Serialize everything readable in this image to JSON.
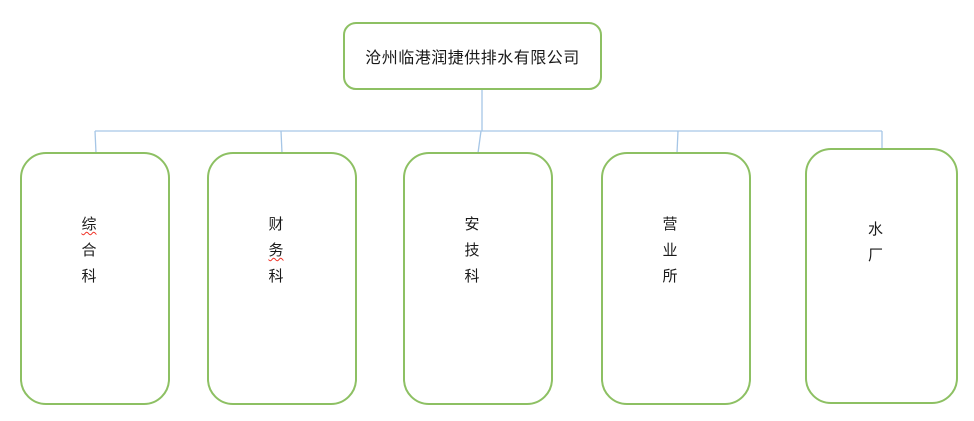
{
  "diagram": {
    "type": "org-chart",
    "root": {
      "label": "沧州临港润捷供排水有限公司"
    },
    "departments": [
      {
        "label": "综合科",
        "misspell_char_index": 0
      },
      {
        "label": "财务科",
        "misspell_char_index": 1
      },
      {
        "label": "安技科",
        "misspell_char_index": null
      },
      {
        "label": "营业所",
        "misspell_char_index": null
      },
      {
        "label": "水厂",
        "misspell_char_index": null
      }
    ]
  },
  "colors": {
    "node-border": "#8dc063",
    "connector": "#a6c6e6",
    "squiggle": "#f03024",
    "text": "#1a1a1a",
    "background": "#ffffff"
  }
}
